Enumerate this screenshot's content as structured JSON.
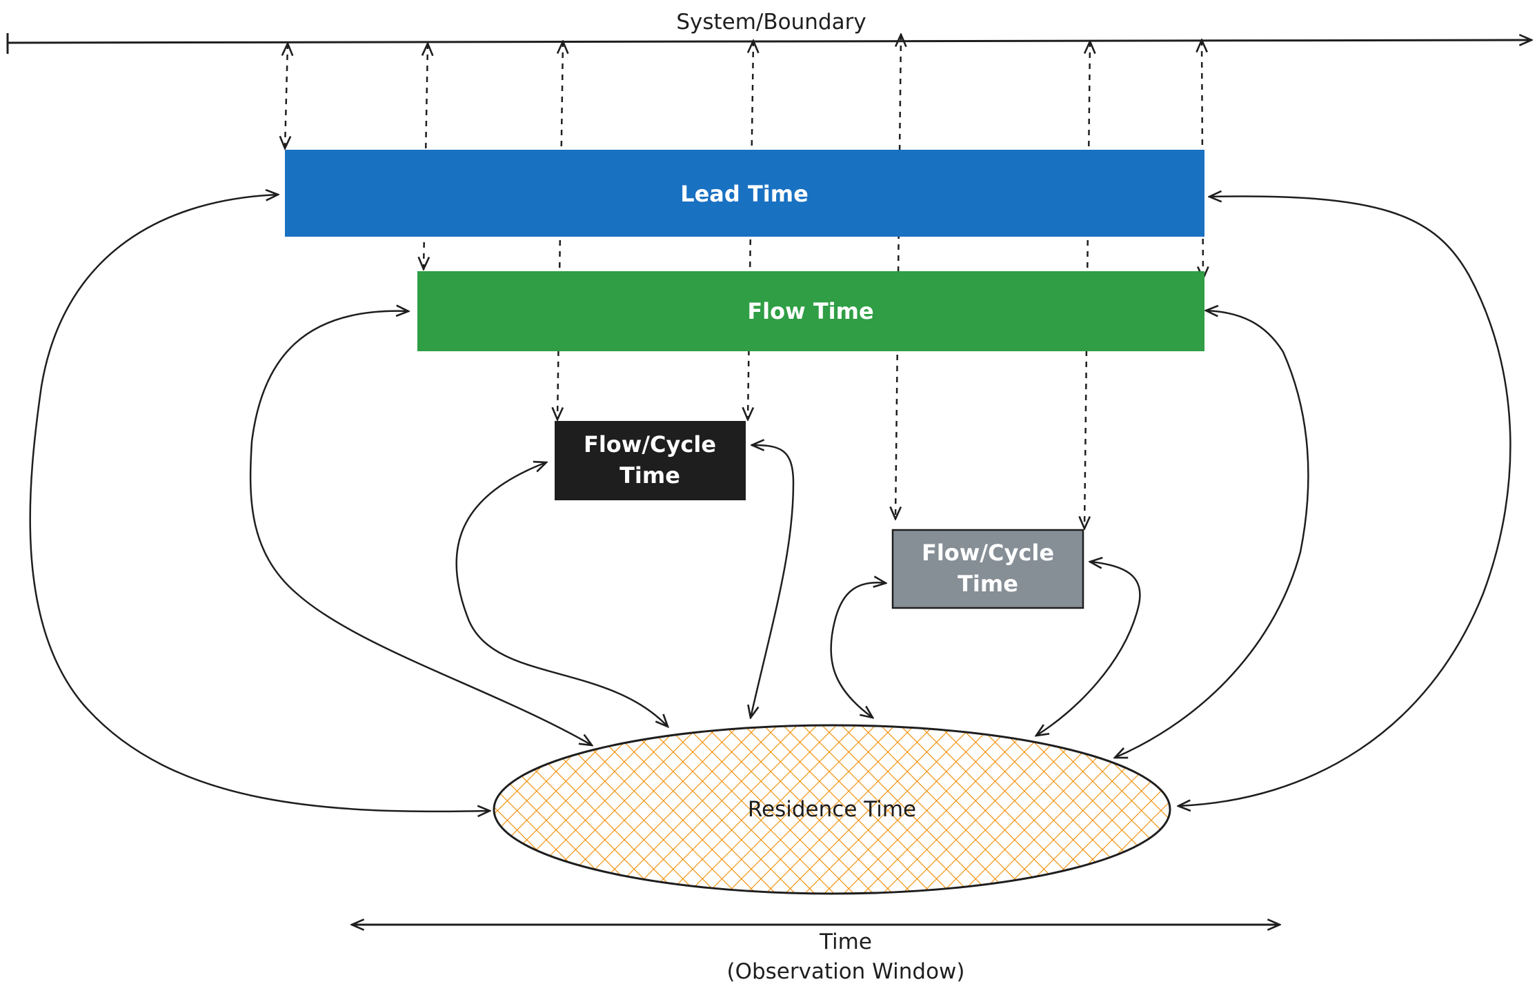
{
  "system_boundary": {
    "label": "System/Boundary"
  },
  "nodes": {
    "lead_time": {
      "label": "Lead Time",
      "fill": "#1971c2"
    },
    "flow_time": {
      "label": "Flow Time",
      "fill": "#2f9e44"
    },
    "cycle_time_a": {
      "label_line1": "Flow/Cycle",
      "label_line2": "Time",
      "fill": "#1e1e1e"
    },
    "cycle_time_b": {
      "label_line1": "Flow/Cycle",
      "label_line2": "Time",
      "fill": "#868e96"
    },
    "residence_time": {
      "label": "Residence Time",
      "hatch_color": "#f08c00"
    }
  },
  "time_axis": {
    "label_line1": "Time",
    "label_line2": "(Observation Window)"
  },
  "colors": {
    "stroke": "#1e1e1e",
    "box_text_light": "#ffffff"
  }
}
